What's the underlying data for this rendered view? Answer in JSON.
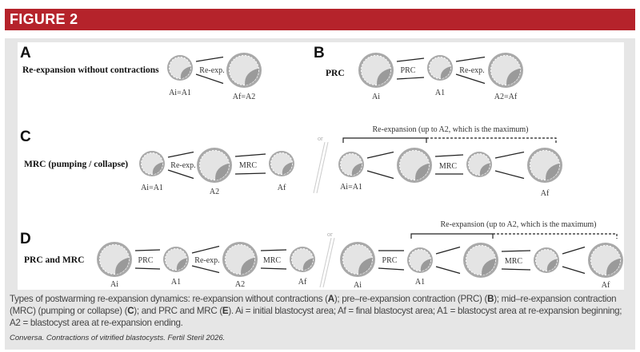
{
  "header": {
    "title": "FIGURE 2"
  },
  "panels": {
    "A": {
      "letter": "A",
      "title": "Re-expansion without contractions",
      "labels": [
        "Ai=A1",
        "Af=A2"
      ],
      "arrows": [
        "Re-exp."
      ]
    },
    "B": {
      "letter": "B",
      "title": "PRC",
      "labels": [
        "Ai",
        "A1",
        "A2=Af"
      ],
      "arrows": [
        "PRC",
        "Re-exp."
      ]
    },
    "C": {
      "letter": "C",
      "title": "MRC (pumping / collapse)",
      "labels": [
        "Ai=A1",
        "A2",
        "Af"
      ],
      "arrows": [
        "Re-exp.",
        "MRC"
      ],
      "or": "or",
      "alt_labels": [
        "Ai=A1",
        "Af"
      ],
      "alt_arrows": [
        "MRC"
      ],
      "bracket": "Re-expansion (up to A2, which is the maximum)"
    },
    "D": {
      "letter": "D",
      "title": "PRC and MRC",
      "labels": [
        "Ai",
        "A1",
        "A2",
        "Af"
      ],
      "arrows": [
        "PRC",
        "Re-exp.",
        "MRC"
      ],
      "or": "or",
      "alt_labels": [
        "Ai",
        "A1",
        "Af"
      ],
      "alt_arrows": [
        "PRC",
        "MRC"
      ],
      "bracket": "Re-expansion (up to A2, which is the maximum)"
    }
  },
  "caption": {
    "p1": "Types of postwarming re-expansion dynamics: re-expansion without contractions (",
    "A": "A",
    "p2": "); pre–re-expansion contraction (PRC) (",
    "B": "B",
    "p3": "); mid–re-expansion contraction (MRC) (pumping or collapse) (",
    "C": "C",
    "p4": "); and PRC and MRC (",
    "E": "E",
    "p5": "). Ai = initial blastocyst area; Af = final blastocyst area; A1 = blastocyst area at re-expansion beginning; A2 = blastocyst area at re-expansion ending."
  },
  "citation": "Conversa. Contractions of vitrified blastocysts. Fertil Steril 2026.",
  "colors": {
    "header": "#b5232b",
    "panel": "#e6e6e6"
  }
}
